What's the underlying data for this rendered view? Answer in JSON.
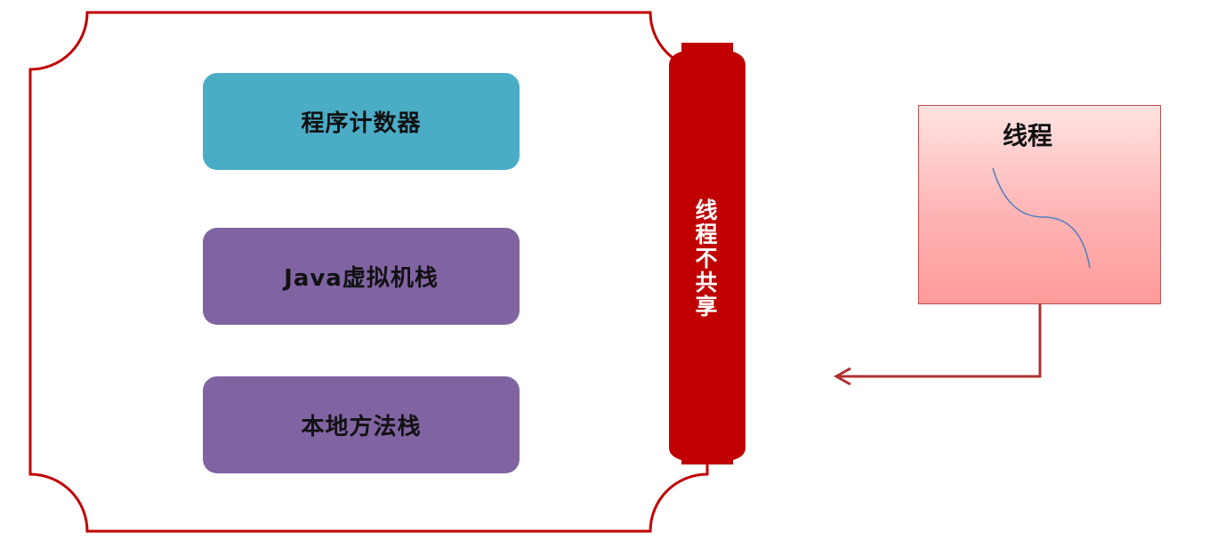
{
  "diagram": {
    "memory_areas": [
      {
        "label": "程序计数器",
        "color": "#4bacc6"
      },
      {
        "label": "Java虚拟机栈",
        "color": "#8064a2"
      },
      {
        "label": "本地方法栈",
        "color": "#8064a2"
      }
    ],
    "banner": {
      "chars": [
        "线",
        "程",
        "不",
        "共",
        "享"
      ],
      "color": "#c00000"
    },
    "thread": {
      "title": "线程",
      "border_color": "#c0504d",
      "curve_color": "#4f81bd"
    },
    "frame_color": "#c00000",
    "arrow_color": "#b03030"
  }
}
